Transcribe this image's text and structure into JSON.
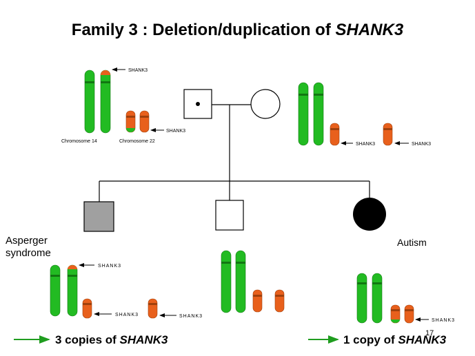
{
  "title": {
    "main": "Family 3 : Deletion/duplication of ",
    "gene": "SHANK3"
  },
  "gene_label": "SHANK3",
  "chromosome_labels": {
    "chr14": "Chromosome 14",
    "chr22": "Chromosome 22"
  },
  "phenotypes": {
    "asperger_line1": "Asperger",
    "asperger_line2": "syndrome",
    "autism": "Autism"
  },
  "summaries": {
    "left": {
      "prefix": "3 copies of ",
      "gene": "SHANK3"
    },
    "right": {
      "prefix": "1 copy of ",
      "gene": "SHANK3"
    }
  },
  "page_number": "17",
  "colors": {
    "chromosome_14": "#22bb22",
    "chromosome_22": "#e8601c",
    "shank3_region": "#e8601c",
    "affected_asperger": "#a0a0a0",
    "affected_autism": "#000000",
    "arrow_green": "#1f9d1f",
    "line": "#000000"
  },
  "pedigree": {
    "father": {
      "sex": "male",
      "status": "carrier"
    },
    "mother": {
      "sex": "female",
      "status": "unaffected"
    },
    "children": [
      {
        "sex": "male",
        "status": "affected",
        "phenotype": "Asperger syndrome"
      },
      {
        "sex": "male",
        "status": "unaffected"
      },
      {
        "sex": "female",
        "status": "affected",
        "phenotype": "Autism"
      }
    ]
  }
}
